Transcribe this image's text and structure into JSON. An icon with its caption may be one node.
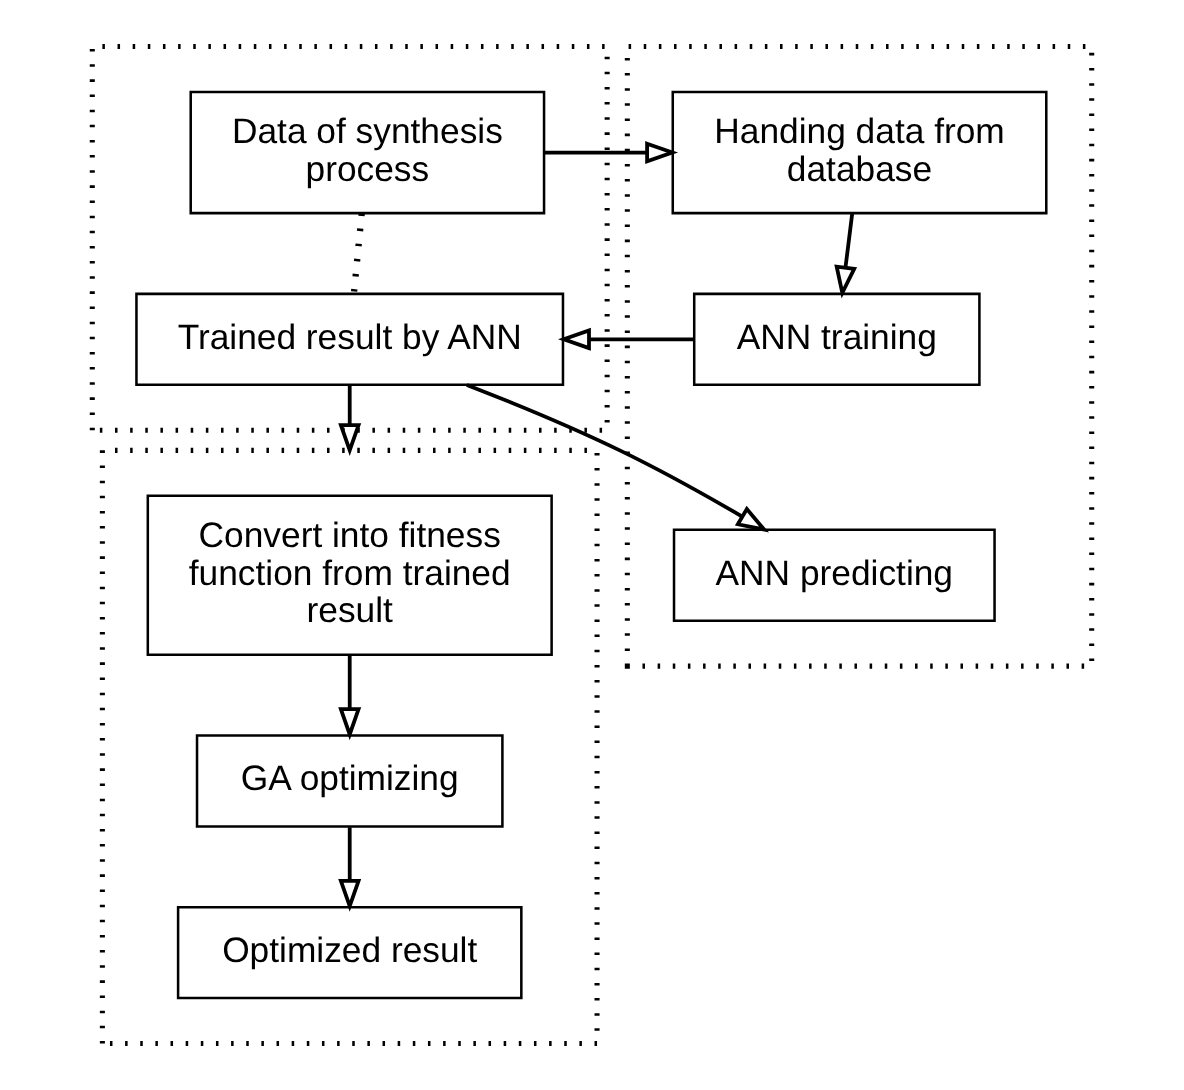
{
  "diagram": {
    "nodes": [
      {
        "text": [],
        "shape": "box"
      },
      {
        "text": [
          "Data of synthesis process"
        ],
        "in": 0
      },
      {
        "text": [
          "Trained result by ANN"
        ],
        "in": 0
      },
      {
        "text": [],
        "shape": "box"
      },
      {
        "text": [
          "Handing data from database"
        ],
        "in": 3
      },
      {
        "text": [
          "ANN training"
        ],
        "in": 3
      },
      {
        "text": [
          "ANN predicting"
        ],
        "in": 3
      },
      {
        "text": [],
        "shape": "box"
      },
      {
        "text": [
          "Convert into fitness function from trained result"
        ],
        "in": 7
      },
      {
        "text": [
          "GA optimizing"
        ],
        "in": 7
      },
      {
        "text": [
          "Optimized result"
        ],
        "in": 7
      }
    ],
    "edges": [
      {
        "from": 1,
        "to": 4,
        "arrow": "to"
      },
      {
        "from": 1,
        "to": 2,
        "arrow": "none",
        "style": "dashed"
      },
      {
        "from": 4,
        "to": 5,
        "arrow": "to"
      },
      {
        "from": 5,
        "to": 2,
        "arrow": "to"
      },
      {
        "from": 2,
        "to": 6,
        "arrow": "to"
      },
      {
        "from": 2,
        "to": 7,
        "arrow": "to"
      },
      {
        "from": 8,
        "to": 9,
        "arrow": "to"
      },
      {
        "from": 9,
        "to": 10,
        "arrow": "to"
      }
    ]
  }
}
